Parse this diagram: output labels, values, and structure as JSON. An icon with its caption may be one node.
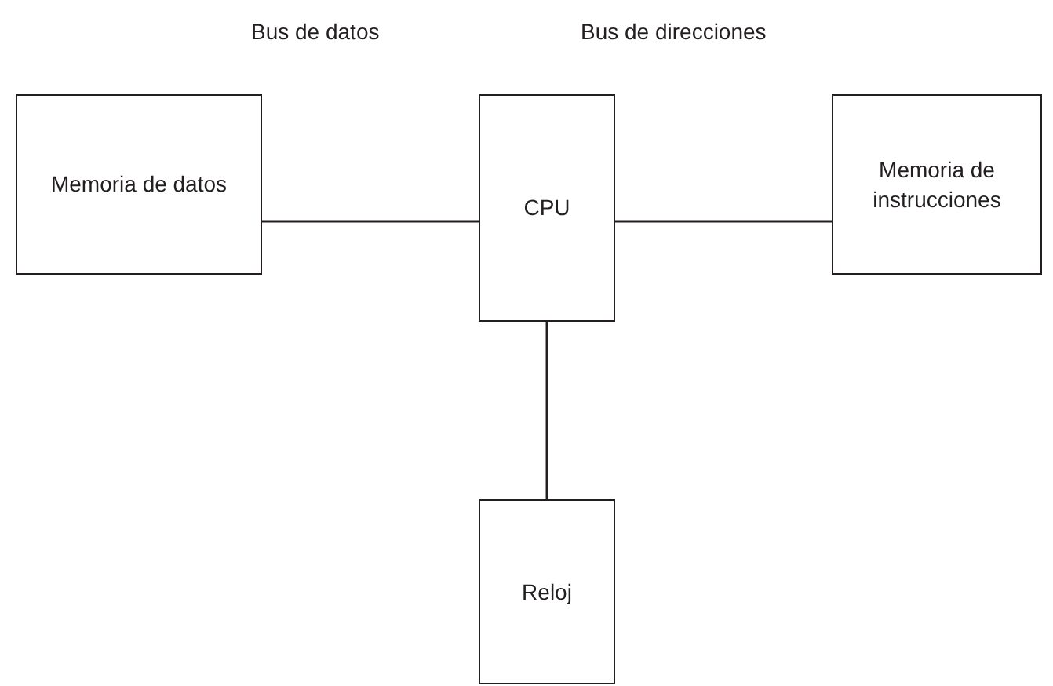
{
  "diagram": {
    "nodes": [
      {
        "text": [
          "Memoria de datos"
        ]
      },
      {
        "text": [
          "CPU"
        ]
      },
      {
        "text": [
          "Memoria de instrucciones"
        ]
      },
      {
        "text": [
          "Reloj"
        ]
      }
    ],
    "edges": [
      {
        "from": 0,
        "to": 1,
        "arrow": "none"
      },
      {
        "from": 1,
        "to": 2,
        "arrow": "none"
      },
      {
        "from": 1,
        "to": 3,
        "arrow": "none"
      }
    ],
    "labels": [
      "Bus de datos",
      "Bus de direcciones"
    ]
  }
}
